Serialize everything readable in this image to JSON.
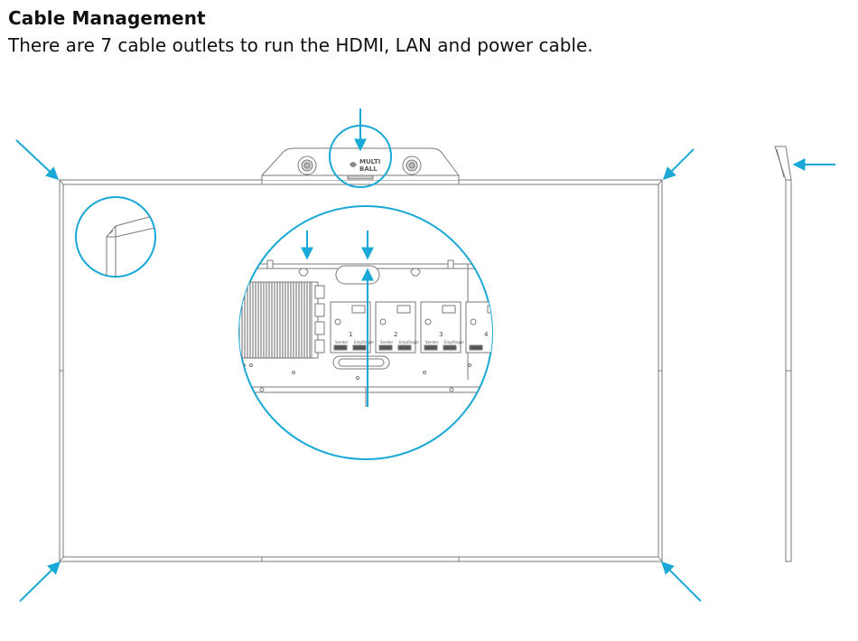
{
  "header": {
    "title": "Cable Management",
    "subtitle": "There are 7 cable outlets to run the HDMI, LAN and power cable."
  },
  "diagram": {
    "brand_line1": "MULTI",
    "brand_line2": "BALL",
    "module_numbers": [
      "1",
      "2",
      "3",
      "4"
    ],
    "module_labels": [
      "Sender",
      "Empfänger"
    ],
    "colors": {
      "arrow": "#1aa8d6",
      "line": "#7a7a7a",
      "panel": "#ffffff"
    }
  }
}
